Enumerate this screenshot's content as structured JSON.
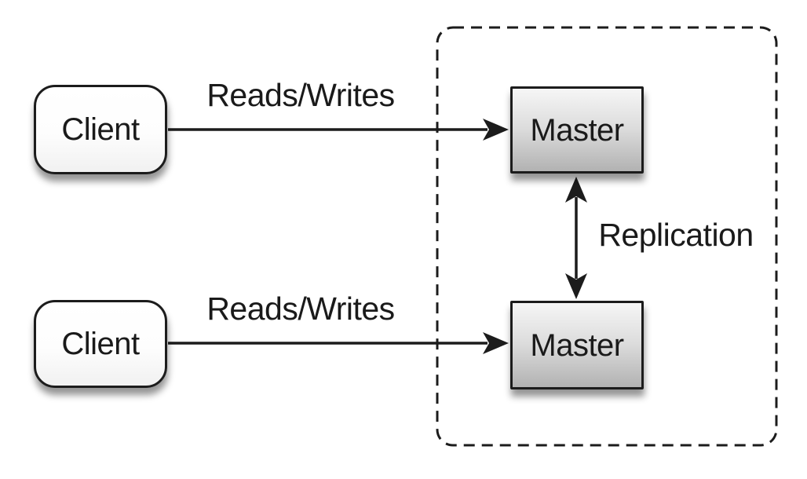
{
  "diagram": {
    "kind": "architecture-diagram",
    "background": "#ffffff"
  },
  "colors": {
    "stroke": "#1c1c1c",
    "text": "#1a1a1a",
    "client_fill": "#ffffff",
    "master_fill_top": "#f6f6f6",
    "master_fill_bottom": "#b2b2b2"
  },
  "nodes": {
    "client1": {
      "label": "Client",
      "shape": "rounded-rectangle"
    },
    "client2": {
      "label": "Client",
      "shape": "rounded-rectangle"
    },
    "master1": {
      "label": "Master",
      "shape": "rectangle"
    },
    "master2": {
      "label": "Master",
      "shape": "rectangle"
    }
  },
  "edges": {
    "reads_writes_1": {
      "label": "Reads/Writes",
      "from": "client1",
      "to": "master1",
      "direction": "one-way"
    },
    "reads_writes_2": {
      "label": "Reads/Writes",
      "from": "client2",
      "to": "master2",
      "direction": "one-way"
    },
    "replication": {
      "label": "Replication",
      "from": "master1",
      "to": "master2",
      "direction": "two-way"
    }
  },
  "group": {
    "members": [
      "master1",
      "master2"
    ],
    "border_style": "dashed"
  }
}
